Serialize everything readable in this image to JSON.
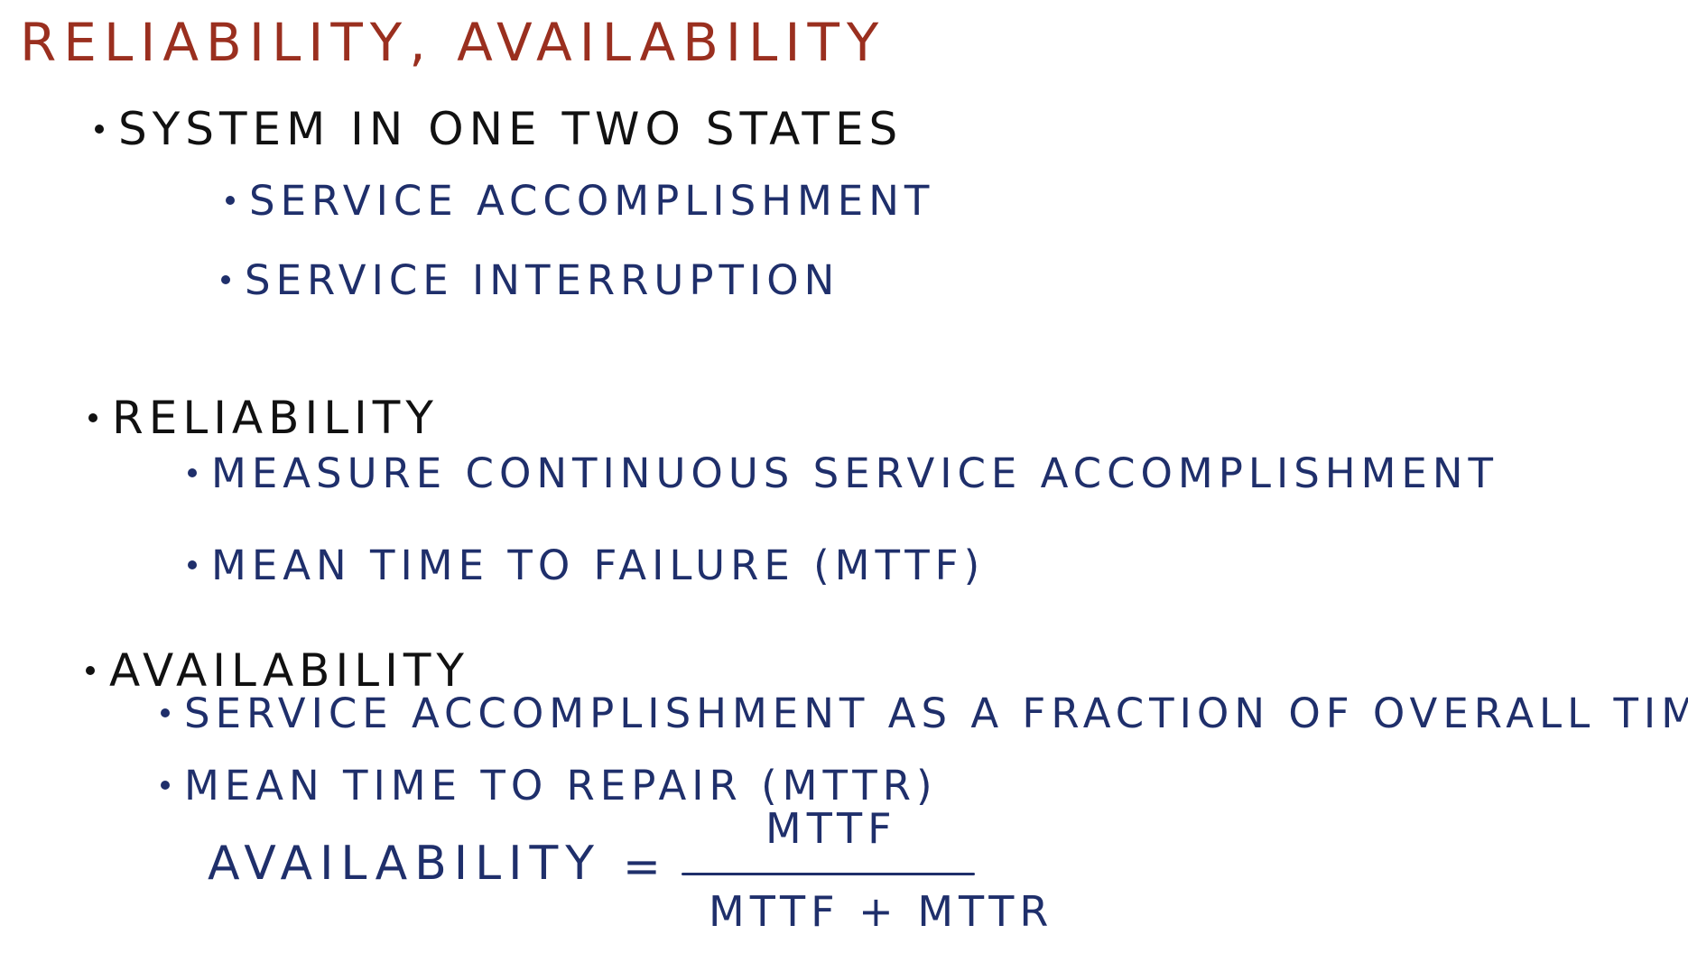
{
  "title": "RELIABILITY, AVAILABILITY",
  "sections": {
    "system": {
      "heading": "SYSTEM IN ONE TWO STATES",
      "items": [
        "SERVICE ACCOMPLISHMENT",
        "SERVICE INTERRUPTION"
      ]
    },
    "reliability": {
      "heading": "RELIABILITY",
      "items": [
        "MEASURE CONTINUOUS SERVICE ACCOMPLISHMENT",
        "MEAN TIME TO FAILURE (MTTF)"
      ]
    },
    "availability": {
      "heading": "AVAILABILITY",
      "items": [
        "SERVICE ACCOMPLISHMENT AS A FRACTION OF OVERALL TIME",
        "MEAN TIME TO REPAIR (MTTR)"
      ]
    }
  },
  "formula": {
    "label": "AVAILABILITY",
    "equals": "=",
    "numerator": "MTTF",
    "denominator": "MTTF + MTTR"
  },
  "colors": {
    "title": "#9a2f1f",
    "heading": "#111111",
    "subitem": "#1f2f6b",
    "background": "#ffffff"
  }
}
